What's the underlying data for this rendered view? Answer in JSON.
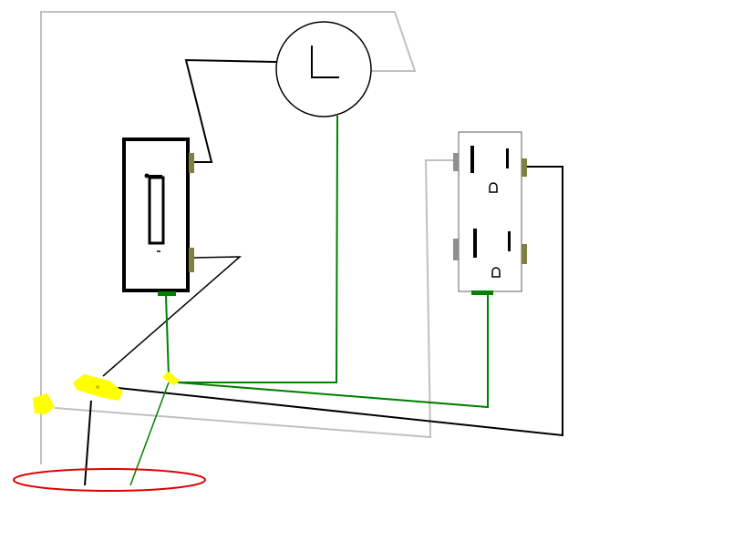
{
  "diagram": {
    "title": "",
    "colors": {
      "background": "#ffffff",
      "hot_wire": "#000000",
      "neutral_wire": "#c0c0c0",
      "ground_wire": "#008000",
      "wire_nut": "#ffff00",
      "terminal": "#808040",
      "neutral_terminal": "#909090",
      "box_outline": "#ff0000"
    },
    "components": [
      "light-fixture",
      "switch",
      "receptacle",
      "wire-nuts",
      "electrical-box-cable-entry"
    ]
  }
}
